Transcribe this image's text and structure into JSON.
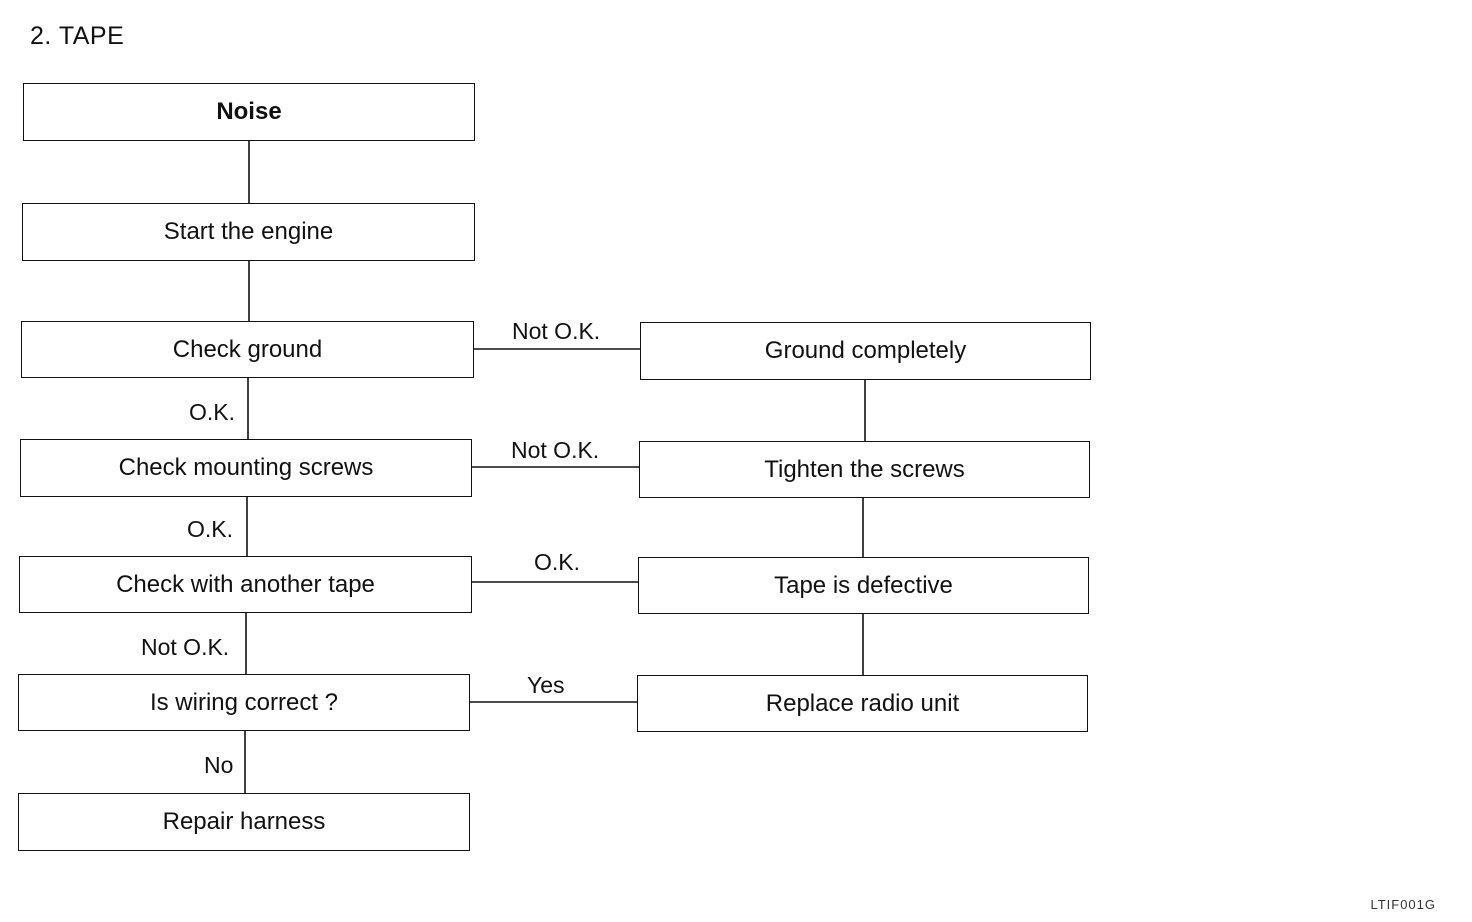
{
  "heading": "2. TAPE",
  "boxes": {
    "noise": "Noise",
    "start_engine": "Start the engine",
    "check_ground": "Check ground",
    "check_screws": "Check mounting screws",
    "check_tape": "Check with another tape",
    "wiring": "Is wiring correct ?",
    "repair_harness": "Repair harness",
    "ground_completely": "Ground completely",
    "tighten_screws": "Tighten the screws",
    "tape_defective": "Tape is defective",
    "replace_radio": "Replace radio unit"
  },
  "labels": {
    "ground_ok": "O.K.",
    "ground_not_ok": "Not O.K.",
    "screws_ok": "O.K.",
    "screws_not_ok": "Not O.K.",
    "tape_ok": "O.K.",
    "tape_not_ok": "Not O.K.",
    "wiring_yes": "Yes",
    "wiring_no": "No"
  },
  "figure_code": "LTIF001G"
}
